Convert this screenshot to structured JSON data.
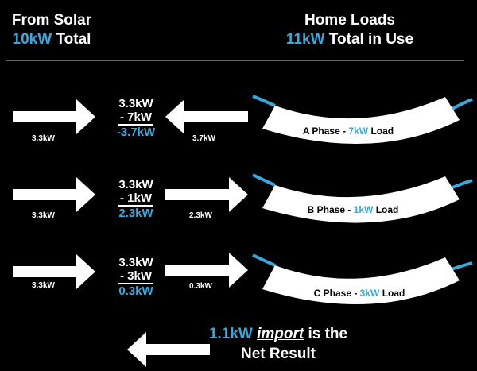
{
  "header": {
    "solar": {
      "title": "From Solar",
      "value": "10kW",
      "suffix": "Total"
    },
    "loads": {
      "title": "Home Loads",
      "value": "11kW",
      "suffix": "Total in Use"
    }
  },
  "phases": [
    {
      "solar_label": "3.3kW",
      "calc": {
        "line1": "3.3kW",
        "line2": "- 7kW",
        "result": "-3.7kW"
      },
      "flow_label": "3.7kW",
      "direction": "import",
      "load": {
        "prefix": "A Phase - ",
        "value": "7kW",
        "suffix": " Load"
      }
    },
    {
      "solar_label": "3.3kW",
      "calc": {
        "line1": "3.3kW",
        "line2": "- 1kW",
        "result": "2.3kW"
      },
      "flow_label": "2.3kW",
      "direction": "export",
      "load": {
        "prefix": "B Phase - ",
        "value": "1kW",
        "suffix": " Load"
      }
    },
    {
      "solar_label": "3.3kW",
      "calc": {
        "line1": "3.3kW",
        "line2": "- 3kW",
        "result": "0.3kW"
      },
      "flow_label": "0.3kW",
      "direction": "export",
      "load": {
        "prefix": "C Phase - ",
        "value": "3kW",
        "suffix": " Load"
      }
    }
  ],
  "result": {
    "value": "1.1kW",
    "emphasis": "import",
    "tail": "is the",
    "line2": "Net Result"
  },
  "colors": {
    "accent": "#38a9dc",
    "background": "#000000",
    "foreground": "#ffffff"
  }
}
